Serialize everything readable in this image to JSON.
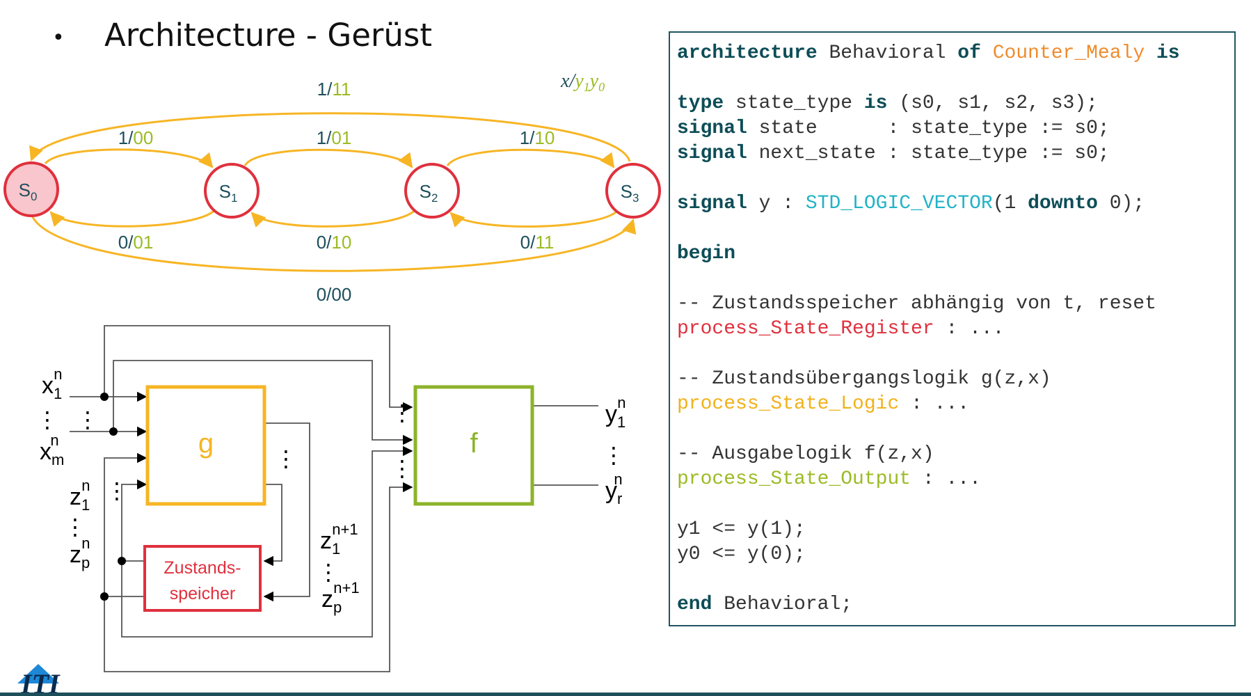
{
  "slide": {
    "bullet": "•",
    "title": "Architecture - Gerüst"
  },
  "diagram": {
    "legend": {
      "x": "x",
      "slash": "/",
      "y1": "y",
      "sub1": "1",
      "y0": "y",
      "sub0": "0"
    },
    "states": [
      {
        "letter": "S",
        "sub": "0"
      },
      {
        "letter": "S",
        "sub": "1"
      },
      {
        "letter": "S",
        "sub": "2"
      },
      {
        "letter": "S",
        "sub": "3"
      }
    ],
    "transitions": {
      "t_s0_s1": {
        "input": "1/",
        "output": "00"
      },
      "t_s1_s2": {
        "input": "1/",
        "output": "01"
      },
      "t_s2_s3": {
        "input": "1/",
        "output": "10"
      },
      "t_s3_s0": {
        "input": "1/",
        "output": "11"
      },
      "t_s1_s0": {
        "input": "0/",
        "output": "01"
      },
      "t_s2_s1": {
        "input": "0/",
        "output": "10"
      },
      "t_s3_s2": {
        "input": "0/",
        "output": "11"
      },
      "t_s0_s3": {
        "input": "0/",
        "output": "00"
      }
    },
    "blocks": {
      "g": "g",
      "f": "f",
      "memory_line1": "Zustands-",
      "memory_line2": "speicher"
    },
    "signals": {
      "x1": {
        "base": "x",
        "sub": "1",
        "sup": "n"
      },
      "xm": {
        "base": "x",
        "sub": "m",
        "sup": "n"
      },
      "z1": {
        "base": "z",
        "sub": "1",
        "sup": "n"
      },
      "zp": {
        "base": "z",
        "sub": "p",
        "sup": "n"
      },
      "z1next": {
        "base": "z",
        "sub": "1",
        "sup": "n+1"
      },
      "zpnext": {
        "base": "z",
        "sub": "p",
        "sup": "n+1"
      },
      "y1": {
        "base": "y",
        "sub": "1",
        "sup": "n"
      },
      "yr": {
        "base": "y",
        "sub": "r",
        "sup": "n"
      }
    },
    "ellipsis": "⋮"
  },
  "code": {
    "line1": {
      "k1": "architecture",
      "t1": " Behavioral ",
      "k2": "of",
      "t2": " ",
      "entity": "Counter_Mealy",
      "t3": " ",
      "k3": "is"
    },
    "line2": {
      "k1": "type",
      "t1": " state_type ",
      "k2": "is",
      "t2": " (s0, s1, s2, s3);"
    },
    "line3": {
      "k1": "signal",
      "t1": " state      : state_type := s0;"
    },
    "line4": {
      "k1": "signal",
      "t1": " next_state : state_type := s0;"
    },
    "line5": {
      "k1": "signal",
      "t1": " y : ",
      "vtype": "STD_LOGIC_VECTOR",
      "t2": "(1 ",
      "k2": "downto",
      "t3": " 0);"
    },
    "line6": {
      "k1": "begin"
    },
    "line7": {
      "comment": "-- Zustandsspeicher abhängig von t, reset"
    },
    "line8": {
      "proc": "process_State_Register",
      "t1": " : ..."
    },
    "line9": {
      "comment": "-- Zustandsübergangslogik g(z,x)"
    },
    "line10": {
      "proc": "process_State_Logic",
      "t1": " : ..."
    },
    "line11": {
      "comment": "-- Ausgabelogik f(z,x)"
    },
    "line12": {
      "proc": "process_State_Output",
      "t1": " : ..."
    },
    "line13": {
      "t1": "y1 <= y(1);"
    },
    "line14": {
      "t1": "y0 <= y(0);"
    },
    "line15": {
      "k1": "end",
      "t1": " Behavioral;"
    }
  },
  "colors": {
    "keyword": "#0d4d57",
    "entity": "#ef8c2e",
    "vector_type": "#21b3c6",
    "proc_register": "#e0303d",
    "proc_logic": "#f1b11b",
    "proc_output": "#9bbb24",
    "state_border": "#e0303d",
    "state_start_fill": "#f8c6cc",
    "arc": "#f7b524",
    "label_input": "#1d4f5b",
    "label_output": "#9bbb24",
    "block_g": "#f7b524",
    "block_f": "#8db32a",
    "block_memory": "#e0303d",
    "footer": "#1d4f5b"
  },
  "logo": {
    "text": "ITI"
  }
}
